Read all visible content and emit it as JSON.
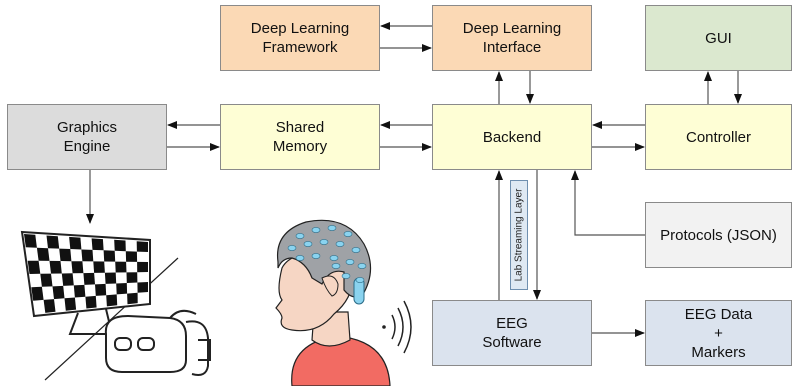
{
  "nodes": {
    "dl_framework": "Deep Learning\nFramework",
    "dl_interface": "Deep Learning\nInterface",
    "gui": "GUI",
    "graphics_engine": "Graphics\nEngine",
    "shared_memory": "Shared\nMemory",
    "backend": "Backend",
    "controller": "Controller",
    "protocols": "Protocols (JSON)",
    "eeg_software": "EEG\nSoftware",
    "eeg_data": "EEG Data\n+\nMarkers"
  },
  "lsl_label": "Lab Streaming Layer",
  "icons": [
    "checkerboard-monitor-icon",
    "vr-headset-icon",
    "eeg-cap-person-icon",
    "wireless-signal-icon"
  ],
  "colors": {
    "orange": "#fbd9b5",
    "yellow": "#fefed5",
    "green": "#dbe8cf",
    "gray": "#dcdcdc",
    "blue": "#dbe3ee",
    "cap": "#9fa2a6",
    "electrode": "#8ad3ef",
    "shirt": "#f26b63",
    "skin": "#f6d6c4"
  }
}
